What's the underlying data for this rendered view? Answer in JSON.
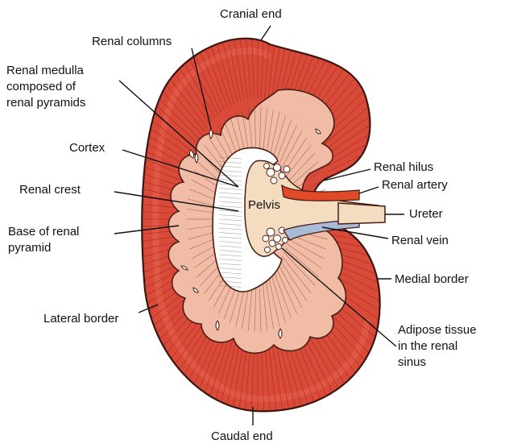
{
  "diagram": {
    "labels": {
      "cranial_end": "Cranial end",
      "renal_columns": "Renal columns",
      "renal_medulla": [
        "Renal medulla",
        "composed of",
        "renal pyramids"
      ],
      "cortex": "Cortex",
      "renal_crest": "Renal crest",
      "base_of_renal_pyramid": [
        "Base of renal",
        "pyramid"
      ],
      "lateral_border": "Lateral border",
      "caudal_end": "Caudal end",
      "renal_hilus": "Renal hilus",
      "renal_artery": "Renal artery",
      "pelvis": "Pelvis",
      "ureter": "Ureter",
      "renal_vein": "Renal vein",
      "medial_border": "Medial border",
      "adipose_tissue": [
        "Adipose tissue",
        "in the renal",
        "sinus"
      ]
    },
    "colors": {
      "cortex": "#d94a38",
      "cortex_outline": "#3a1410",
      "medulla": "#f0bca6",
      "pelvis": "#ffffff",
      "ureter": "#f3dcc0",
      "artery": "#e04a2a",
      "vein": "#a8bcd8"
    }
  }
}
